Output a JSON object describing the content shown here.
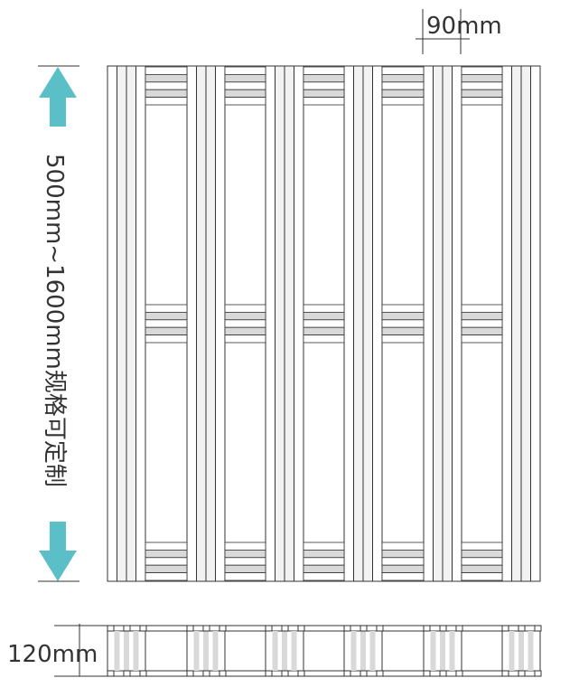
{
  "dimensions": {
    "top_width": "90mm",
    "height_range": "500mm~1600mm规格可定制",
    "side_thickness": "120mm"
  },
  "colors": {
    "arrow": "#5bbfc7",
    "stroke": "#333333",
    "slat_fill": "#d9d9d9",
    "background": "#ffffff"
  },
  "icons": {
    "up_arrow": "arrow-up-icon",
    "down_arrow": "arrow-down-icon"
  }
}
